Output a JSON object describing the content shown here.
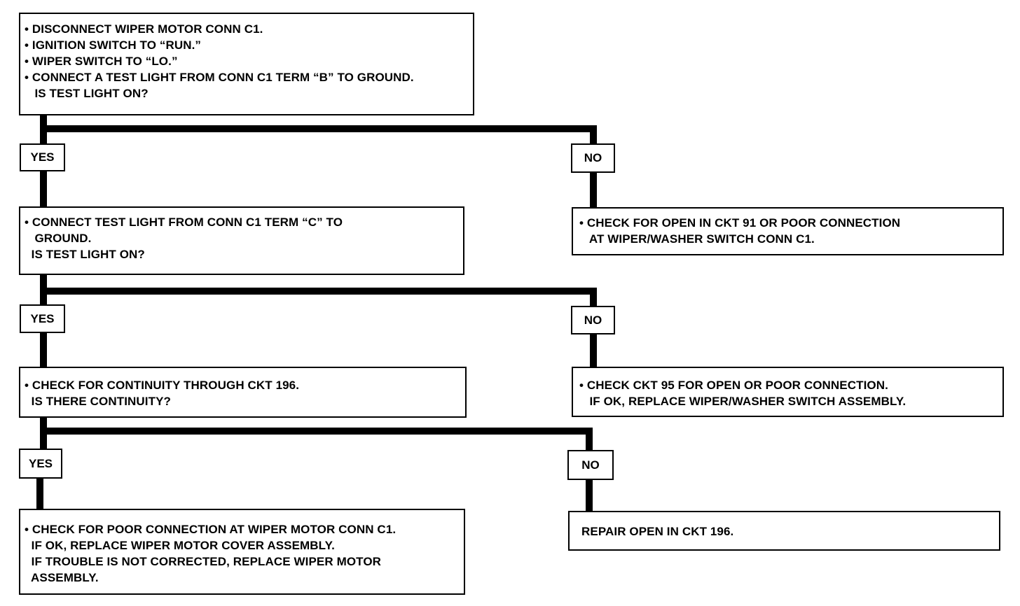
{
  "step1": {
    "lines": [
      "• DISCONNECT WIPER MOTOR CONN C1.",
      "• IGNITION SWITCH TO “RUN.”",
      "• WIPER SWITCH TO “LO.”",
      "• CONNECT A TEST LIGHT FROM CONN C1 TERM “B” TO GROUND.",
      "   IS TEST LIGHT ON?"
    ],
    "yes_label": "YES",
    "no_label": "NO",
    "no_result": [
      "• CHECK FOR OPEN IN CKT 91 OR POOR CONNECTION",
      "   AT WIPER/WASHER SWITCH CONN C1."
    ]
  },
  "step2": {
    "lines": [
      "• CONNECT TEST LIGHT FROM CONN C1 TERM “C” TO",
      "   GROUND.",
      "  IS TEST LIGHT ON?"
    ],
    "yes_label": "YES",
    "no_label": "NO",
    "no_result": [
      "• CHECK CKT 95 FOR OPEN OR POOR CONNECTION.",
      "   IF OK, REPLACE WIPER/WASHER SWITCH ASSEMBLY."
    ]
  },
  "step3": {
    "lines": [
      "• CHECK FOR CONTINUITY THROUGH CKT 196.",
      "  IS THERE CONTINUITY?"
    ],
    "yes_label": "YES",
    "no_label": "NO",
    "yes_result": [
      "• CHECK FOR POOR CONNECTION AT WIPER MOTOR CONN C1.",
      "  IF OK, REPLACE WIPER MOTOR COVER ASSEMBLY.",
      "  IF TROUBLE IS NOT CORRECTED, REPLACE WIPER MOTOR",
      "  ASSEMBLY."
    ],
    "no_result": [
      "REPAIR OPEN IN CKT 196."
    ]
  }
}
